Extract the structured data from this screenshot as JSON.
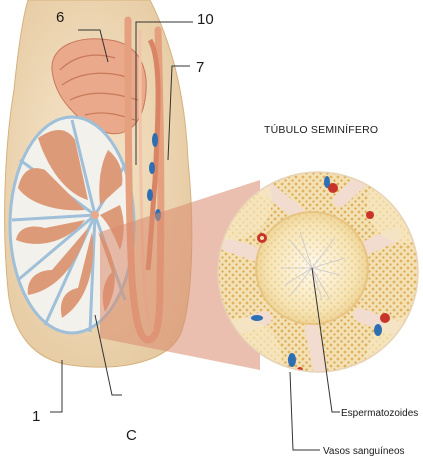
{
  "diagram": {
    "labels": {
      "l6": "6",
      "l10": "10",
      "l7": "7",
      "l1": "1",
      "lc": "C"
    },
    "section_title": "TÚBULO SEMINÍFERO",
    "callouts": {
      "sperm": "Espermatozoides",
      "vessels": "Vasos sanguíneos"
    },
    "colors": {
      "skin": "#efd9b6",
      "tissue": "#dd9a78",
      "tubule_fill": "#f5e6b8",
      "septum": "#9fc0d8",
      "vessel_blue": "#2e6fb3",
      "vessel_red": "#c8342a"
    }
  }
}
